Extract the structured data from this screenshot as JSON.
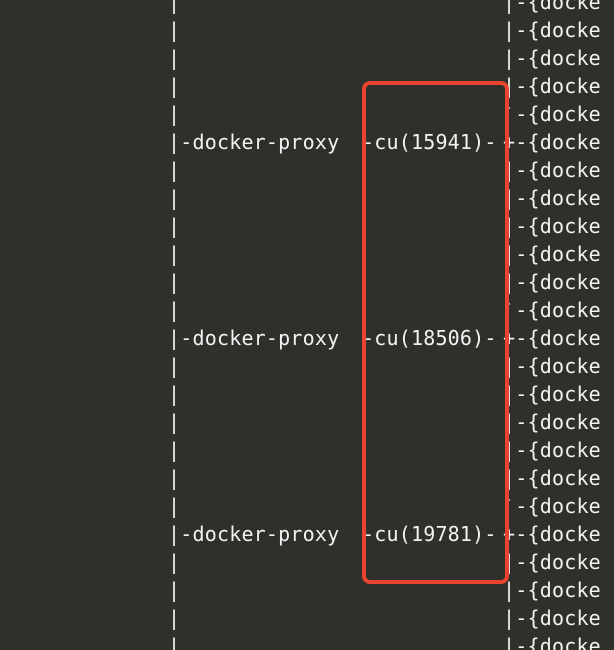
{
  "terminal": {
    "lines": [
      {
        "left": "|",
        "mid": "",
        "right": "|-{docke"
      },
      {
        "left": "|",
        "mid": "",
        "right": "|-{docke"
      },
      {
        "left": "|",
        "mid": "",
        "right": "|-{docke"
      },
      {
        "left": "|",
        "mid": "",
        "right": "|-{docke"
      },
      {
        "left": "|",
        "mid": "",
        "right": "`-{docke"
      },
      {
        "left": "|-docker-proxy",
        "mid": "-cu(15941)-",
        "right": "+-{docke"
      },
      {
        "left": "|",
        "mid": "",
        "right": "|-{docke"
      },
      {
        "left": "|",
        "mid": "",
        "right": "|-{docke"
      },
      {
        "left": "|",
        "mid": "",
        "right": "|-{docke"
      },
      {
        "left": "|",
        "mid": "",
        "right": "|-{docke"
      },
      {
        "left": "|",
        "mid": "",
        "right": "|-{docke"
      },
      {
        "left": "|",
        "mid": "",
        "right": "`-{docke"
      },
      {
        "left": "|-docker-proxy",
        "mid": "-cu(18506)-",
        "right": "+-{docke"
      },
      {
        "left": "|",
        "mid": "",
        "right": "|-{docke"
      },
      {
        "left": "|",
        "mid": "",
        "right": "|-{docke"
      },
      {
        "left": "|",
        "mid": "",
        "right": "|-{docke"
      },
      {
        "left": "|",
        "mid": "",
        "right": "|-{docke"
      },
      {
        "left": "|",
        "mid": "",
        "right": "|-{docke"
      },
      {
        "left": "|",
        "mid": "",
        "right": "`-{docke"
      },
      {
        "left": "|-docker-proxy",
        "mid": "-cu(19781)-",
        "right": "+-{docke"
      },
      {
        "left": "|",
        "mid": "",
        "right": "|-{docke"
      },
      {
        "left": "|",
        "mid": "",
        "right": "|-{docke"
      },
      {
        "left": "|",
        "mid": "",
        "right": "|-{docke"
      },
      {
        "left": "|",
        "mid": "",
        "right": "|-{docke"
      }
    ]
  },
  "colors": {
    "background": "#2f2f2b",
    "text": "#f2f2f2",
    "highlight": "#e8442f"
  }
}
